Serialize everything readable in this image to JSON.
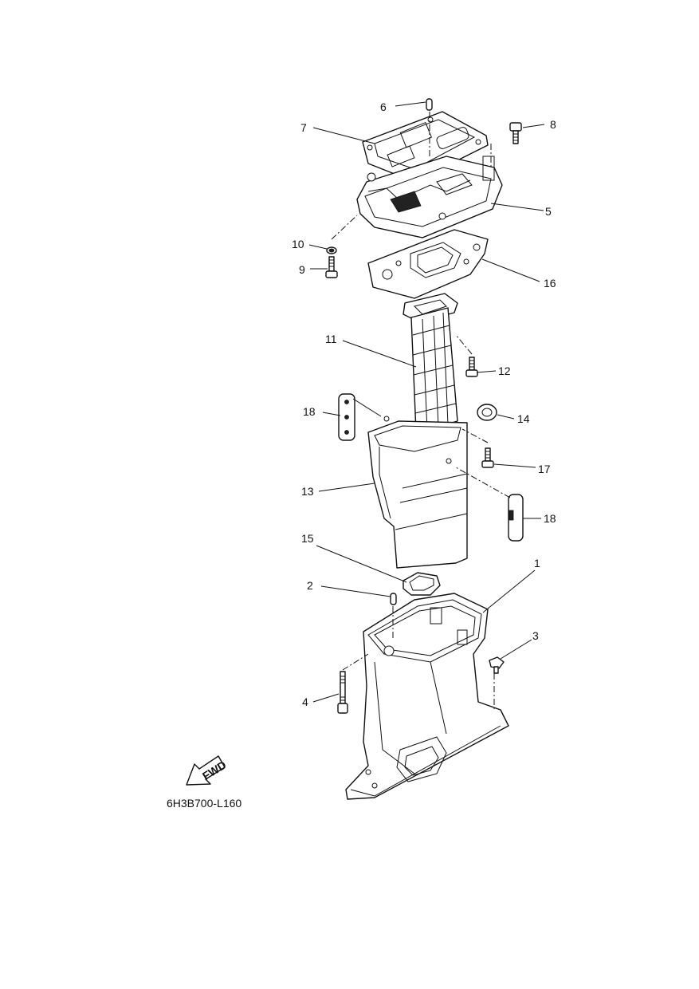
{
  "diagram_code": "6H3B700-L160",
  "fwd_label": "FWD",
  "callouts": [
    {
      "key": "p1",
      "label": "1"
    },
    {
      "key": "p2",
      "label": "2"
    },
    {
      "key": "p3",
      "label": "3"
    },
    {
      "key": "p4",
      "label": "4"
    },
    {
      "key": "p5",
      "label": "5"
    },
    {
      "key": "p6",
      "label": "6"
    },
    {
      "key": "p7",
      "label": "7"
    },
    {
      "key": "p8",
      "label": "8"
    },
    {
      "key": "p9",
      "label": "9"
    },
    {
      "key": "p10",
      "label": "10"
    },
    {
      "key": "p11",
      "label": "11"
    },
    {
      "key": "p12",
      "label": "12"
    },
    {
      "key": "p13",
      "label": "13"
    },
    {
      "key": "p14",
      "label": "14"
    },
    {
      "key": "p15",
      "label": "15"
    },
    {
      "key": "p16",
      "label": "16"
    },
    {
      "key": "p17",
      "label": "17"
    },
    {
      "key": "p18a",
      "label": "18"
    },
    {
      "key": "p18b",
      "label": "18"
    }
  ]
}
